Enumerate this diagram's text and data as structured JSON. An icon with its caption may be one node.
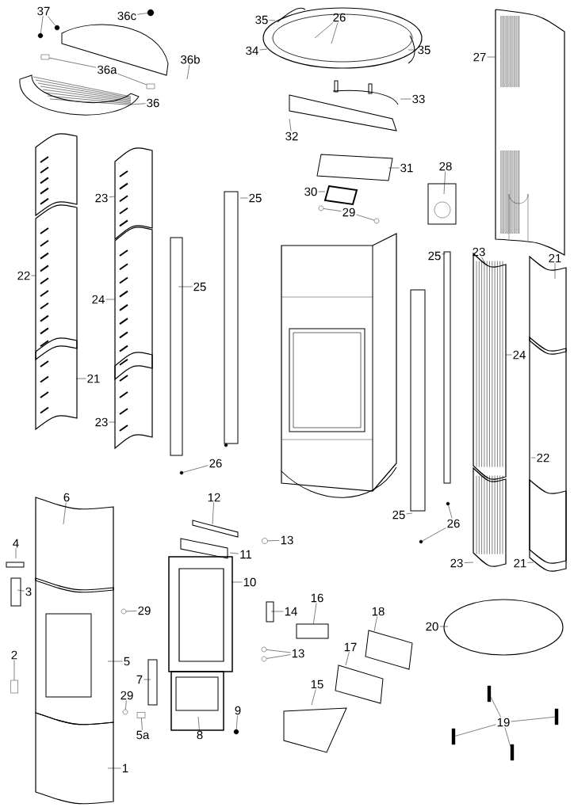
{
  "diagram": {
    "nodes": [
      {
        "text": [
          "37"
        ]
      },
      {
        "text": [
          "36c"
        ]
      },
      {
        "text": [
          "35"
        ]
      },
      {
        "text": [
          "26"
        ]
      },
      {
        "text": [
          "34"
        ]
      },
      {
        "text": [
          "35"
        ]
      },
      {
        "text": [
          "27"
        ]
      },
      {
        "text": [
          "36b"
        ]
      },
      {
        "text": [
          "36a"
        ]
      },
      {
        "text": [
          "33"
        ]
      },
      {
        "text": [
          "36"
        ]
      },
      {
        "text": [
          "32"
        ]
      },
      {
        "text": [
          "28"
        ]
      },
      {
        "text": [
          "31"
        ]
      },
      {
        "text": [
          "30"
        ]
      },
      {
        "text": [
          "23"
        ]
      },
      {
        "text": [
          "25"
        ]
      },
      {
        "text": [
          "29"
        ]
      },
      {
        "text": [
          "23"
        ]
      },
      {
        "text": [
          "25"
        ]
      },
      {
        "text": [
          "21"
        ]
      },
      {
        "text": [
          "22"
        ]
      },
      {
        "text": [
          "25"
        ]
      },
      {
        "text": [
          "24"
        ]
      },
      {
        "text": [
          "24"
        ]
      },
      {
        "text": [
          "21"
        ]
      },
      {
        "text": [
          "23"
        ]
      },
      {
        "text": [
          "22"
        ]
      },
      {
        "text": [
          "26"
        ]
      },
      {
        "text": [
          "6"
        ]
      },
      {
        "text": [
          "12"
        ]
      },
      {
        "text": [
          "25"
        ]
      },
      {
        "text": [
          "26"
        ]
      },
      {
        "text": [
          "13"
        ]
      },
      {
        "text": [
          "4"
        ]
      },
      {
        "text": [
          "11"
        ]
      },
      {
        "text": [
          "23"
        ]
      },
      {
        "text": [
          "21"
        ]
      },
      {
        "text": [
          "10"
        ]
      },
      {
        "text": [
          "3"
        ]
      },
      {
        "text": [
          "16"
        ]
      },
      {
        "text": [
          "29"
        ]
      },
      {
        "text": [
          "14"
        ]
      },
      {
        "text": [
          "18"
        ]
      },
      {
        "text": [
          "20"
        ]
      },
      {
        "text": [
          "17"
        ]
      },
      {
        "text": [
          "13"
        ]
      },
      {
        "text": [
          "2"
        ]
      },
      {
        "text": [
          "5"
        ]
      },
      {
        "text": [
          "7"
        ]
      },
      {
        "text": [
          "15"
        ]
      },
      {
        "text": [
          "29"
        ]
      },
      {
        "text": [
          "9"
        ]
      },
      {
        "text": [
          "19"
        ]
      },
      {
        "text": [
          "8"
        ]
      },
      {
        "text": [
          "5a"
        ]
      },
      {
        "text": [
          "1"
        ]
      },
      {
        "text": [],
        "shape": "circle"
      },
      {
        "text": [],
        "shape": "circle"
      },
      {
        "text": [],
        "shape": "circle"
      },
      {
        "text": [],
        "shape": "box"
      },
      {
        "text": [],
        "shape": "box"
      },
      {
        "text": [],
        "shape": "circle"
      },
      {
        "text": [],
        "shape": "circle"
      },
      {
        "text": [],
        "shape": "circle"
      },
      {
        "text": [],
        "shape": "circle"
      },
      {
        "text": [],
        "shape": "circle"
      },
      {
        "text": [],
        "shape": "circle"
      },
      {
        "text": [],
        "shape": "box"
      },
      {
        "text": [],
        "shape": "circle"
      },
      {
        "text": [],
        "shape": "circle"
      },
      {
        "text": [],
        "shape": "circle"
      },
      {
        "text": [],
        "shape": "box"
      },
      {
        "text": [],
        "shape": "circle"
      },
      {
        "text": [],
        "shape": "circle"
      },
      {
        "text": [],
        "shape": "box"
      },
      {
        "text": [],
        "shape": "bar"
      },
      {
        "text": [],
        "shape": "bar"
      },
      {
        "text": [],
        "shape": "bar"
      },
      {
        "text": [],
        "shape": "bar"
      }
    ],
    "edges": [
      {
        "from": 0,
        "to": 57,
        "arrow": "none"
      },
      {
        "from": 0,
        "to": 58,
        "arrow": "none"
      },
      {
        "from": 1,
        "to": 59,
        "arrow": "none"
      },
      {
        "from": 2,
        "to": null,
        "arrow": "none"
      },
      {
        "from": 3,
        "to": null,
        "arrow": "none"
      },
      {
        "from": 3,
        "to": null,
        "arrow": "none"
      },
      {
        "from": 4,
        "to": null,
        "arrow": "none"
      },
      {
        "from": 5,
        "to": null,
        "arrow": "none"
      },
      {
        "from": 6,
        "to": null,
        "arrow": "none"
      },
      {
        "from": 7,
        "to": null,
        "arrow": "none"
      },
      {
        "from": 8,
        "to": 60,
        "arrow": "none"
      },
      {
        "from": 8,
        "to": 61,
        "arrow": "none"
      },
      {
        "from": 9,
        "to": null,
        "arrow": "none"
      },
      {
        "from": 10,
        "to": null,
        "arrow": "none"
      },
      {
        "from": 11,
        "to": null,
        "arrow": "none"
      },
      {
        "from": 12,
        "to": null,
        "arrow": "none"
      },
      {
        "from": 13,
        "to": null,
        "arrow": "none"
      },
      {
        "from": 14,
        "to": null,
        "arrow": "none"
      },
      {
        "from": 15,
        "to": null,
        "arrow": "none"
      },
      {
        "from": 16,
        "to": null,
        "arrow": "none"
      },
      {
        "from": 17,
        "to": 62,
        "arrow": "none"
      },
      {
        "from": 17,
        "to": 63,
        "arrow": "none"
      },
      {
        "from": 18,
        "to": null,
        "arrow": "none"
      },
      {
        "from": 19,
        "to": null,
        "arrow": "none"
      },
      {
        "from": 20,
        "to": null,
        "arrow": "none"
      },
      {
        "from": 21,
        "to": null,
        "arrow": "none"
      },
      {
        "from": 22,
        "to": null,
        "arrow": "none"
      },
      {
        "from": 23,
        "to": null,
        "arrow": "none"
      },
      {
        "from": 24,
        "to": null,
        "arrow": "none"
      },
      {
        "from": 25,
        "to": null,
        "arrow": "none"
      },
      {
        "from": 26,
        "to": null,
        "arrow": "none"
      },
      {
        "from": 27,
        "to": null,
        "arrow": "none"
      },
      {
        "from": 28,
        "to": 64,
        "arrow": "none"
      },
      {
        "from": 29,
        "to": null,
        "arrow": "none"
      },
      {
        "from": 30,
        "to": null,
        "arrow": "none"
      },
      {
        "from": 31,
        "to": null,
        "arrow": "none"
      },
      {
        "from": 32,
        "to": 65,
        "arrow": "none"
      },
      {
        "from": 32,
        "to": 66,
        "arrow": "none"
      },
      {
        "from": 33,
        "to": 67,
        "arrow": "none"
      },
      {
        "from": 34,
        "to": null,
        "arrow": "none"
      },
      {
        "from": 35,
        "to": null,
        "arrow": "none"
      },
      {
        "from": 36,
        "to": null,
        "arrow": "none"
      },
      {
        "from": 37,
        "to": null,
        "arrow": "none"
      },
      {
        "from": 38,
        "to": null,
        "arrow": "none"
      },
      {
        "from": 39,
        "to": null,
        "arrow": "none"
      },
      {
        "from": 40,
        "to": 68,
        "arrow": "none"
      },
      {
        "from": 41,
        "to": 69,
        "arrow": "none"
      },
      {
        "from": 42,
        "to": null,
        "arrow": "none"
      },
      {
        "from": 43,
        "to": null,
        "arrow": "none"
      },
      {
        "from": 44,
        "to": null,
        "arrow": "none"
      },
      {
        "from": 45,
        "to": null,
        "arrow": "none"
      },
      {
        "from": 46,
        "to": 70,
        "arrow": "none"
      },
      {
        "from": 46,
        "to": 71,
        "arrow": "none"
      },
      {
        "from": 47,
        "to": 72,
        "arrow": "none"
      },
      {
        "from": 48,
        "to": null,
        "arrow": "none"
      },
      {
        "from": 49,
        "to": null,
        "arrow": "none"
      },
      {
        "from": 50,
        "to": null,
        "arrow": "none"
      },
      {
        "from": 51,
        "to": 73,
        "arrow": "none"
      },
      {
        "from": 52,
        "to": 74,
        "arrow": "none"
      },
      {
        "from": 53,
        "to": 76,
        "arrow": "none"
      },
      {
        "from": 53,
        "to": 77,
        "arrow": "none"
      },
      {
        "from": 53,
        "to": 78,
        "arrow": "none"
      },
      {
        "from": 53,
        "to": 79,
        "arrow": "none"
      },
      {
        "from": 54,
        "to": null,
        "arrow": "none"
      },
      {
        "from": 55,
        "to": 75,
        "arrow": "none"
      },
      {
        "from": 56,
        "to": null,
        "arrow": "none"
      }
    ]
  }
}
